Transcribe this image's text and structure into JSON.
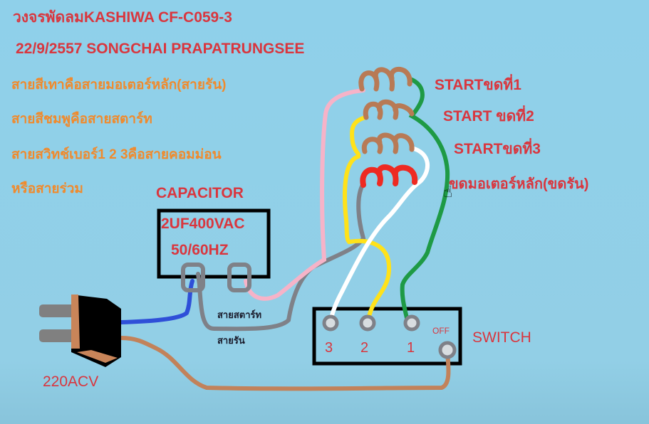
{
  "header": {
    "title": "วงจรพัดลมKASHIWA CF-C059-3",
    "subtitle": "22/9/2557 SONGCHAI PRAPATRUNGSEE"
  },
  "notes": [
    "สายสีเทาคือสายมอเตอร์หลัก(สายรัน)",
    "สายสีชมพูคือสายสตาร์ท",
    "สายสวิทช์เบอร์1 2 3คือสายคอมม่อน",
    "หรือสายร่วม"
  ],
  "coils": {
    "start1": "STARTขดที่1",
    "start2": "START ขดที่2",
    "start3": "STARTขดที่3",
    "main": "ขดมอเตอร์หลัก(ขดรัน)"
  },
  "capacitor": {
    "label": "CAPACITOR",
    "rating": "2UF400VAC",
    "frequency": "50/60HZ"
  },
  "wire_labels": {
    "start_wire": "สายสตาร์ท",
    "run_wire": "สายรัน"
  },
  "switch": {
    "label": "SWITCH",
    "off": "OFF",
    "terminals": [
      "3",
      "2",
      "1"
    ]
  },
  "plug": {
    "label": "220ACV"
  },
  "colors": {
    "background": "#8fd0ea",
    "title_red": "#d9363e",
    "note_orange": "#f08a2c",
    "coil_brown": "#b87a55",
    "coil_red": "#ee2a22",
    "wire_gray": "#7f8188",
    "wire_pink": "#f6b3c8",
    "wire_yellow": "#ffe21a",
    "wire_white": "#ffffff",
    "wire_green": "#1e9a45",
    "wire_blue": "#2f4fd8",
    "wire_brown": "#c2825a"
  }
}
